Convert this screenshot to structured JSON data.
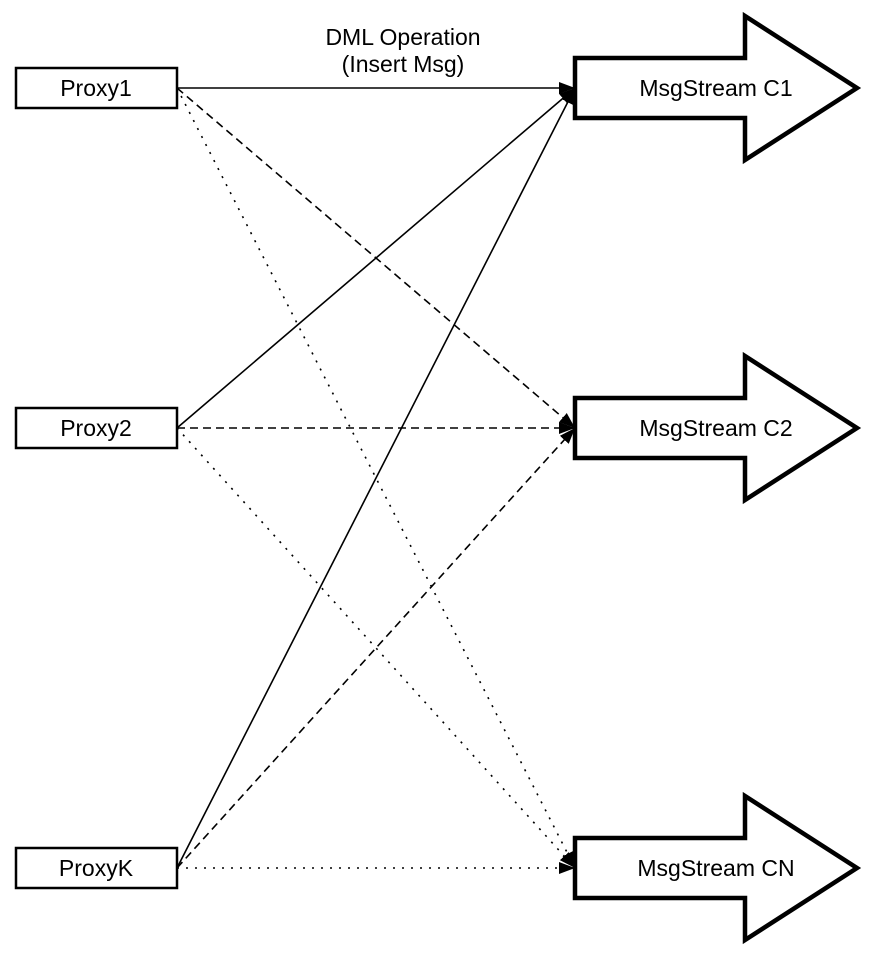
{
  "diagram": {
    "colors": {
      "stroke": "#000000",
      "node_fill": "#ffffff",
      "background": "#ffffff"
    },
    "edge_label": {
      "line1": "DML Operation",
      "line2": "(Insert Msg)"
    },
    "proxies": [
      {
        "id": "proxy1",
        "label": "Proxy1"
      },
      {
        "id": "proxy2",
        "label": "Proxy2"
      },
      {
        "id": "proxyk",
        "label": "ProxyK"
      }
    ],
    "streams": [
      {
        "id": "msgstream-c1",
        "label": "MsgStream C1"
      },
      {
        "id": "msgstream-c2",
        "label": "MsgStream C2"
      },
      {
        "id": "msgstream-cn",
        "label": "MsgStream CN"
      }
    ],
    "edges": [
      {
        "from": "Proxy1",
        "to": "MsgStream C1",
        "style": "solid",
        "label": "DML Operation (Insert Msg)"
      },
      {
        "from": "Proxy2",
        "to": "MsgStream C1",
        "style": "solid",
        "label": ""
      },
      {
        "from": "ProxyK",
        "to": "MsgStream C1",
        "style": "solid",
        "label": ""
      },
      {
        "from": "Proxy1",
        "to": "MsgStream C2",
        "style": "dashed",
        "label": ""
      },
      {
        "from": "Proxy2",
        "to": "MsgStream C2",
        "style": "dashed",
        "label": ""
      },
      {
        "from": "ProxyK",
        "to": "MsgStream C2",
        "style": "dashed",
        "label": ""
      },
      {
        "from": "Proxy1",
        "to": "MsgStream CN",
        "style": "dotted",
        "label": ""
      },
      {
        "from": "Proxy2",
        "to": "MsgStream CN",
        "style": "dotted",
        "label": ""
      },
      {
        "from": "ProxyK",
        "to": "MsgStream CN",
        "style": "dotted",
        "label": ""
      }
    ]
  }
}
